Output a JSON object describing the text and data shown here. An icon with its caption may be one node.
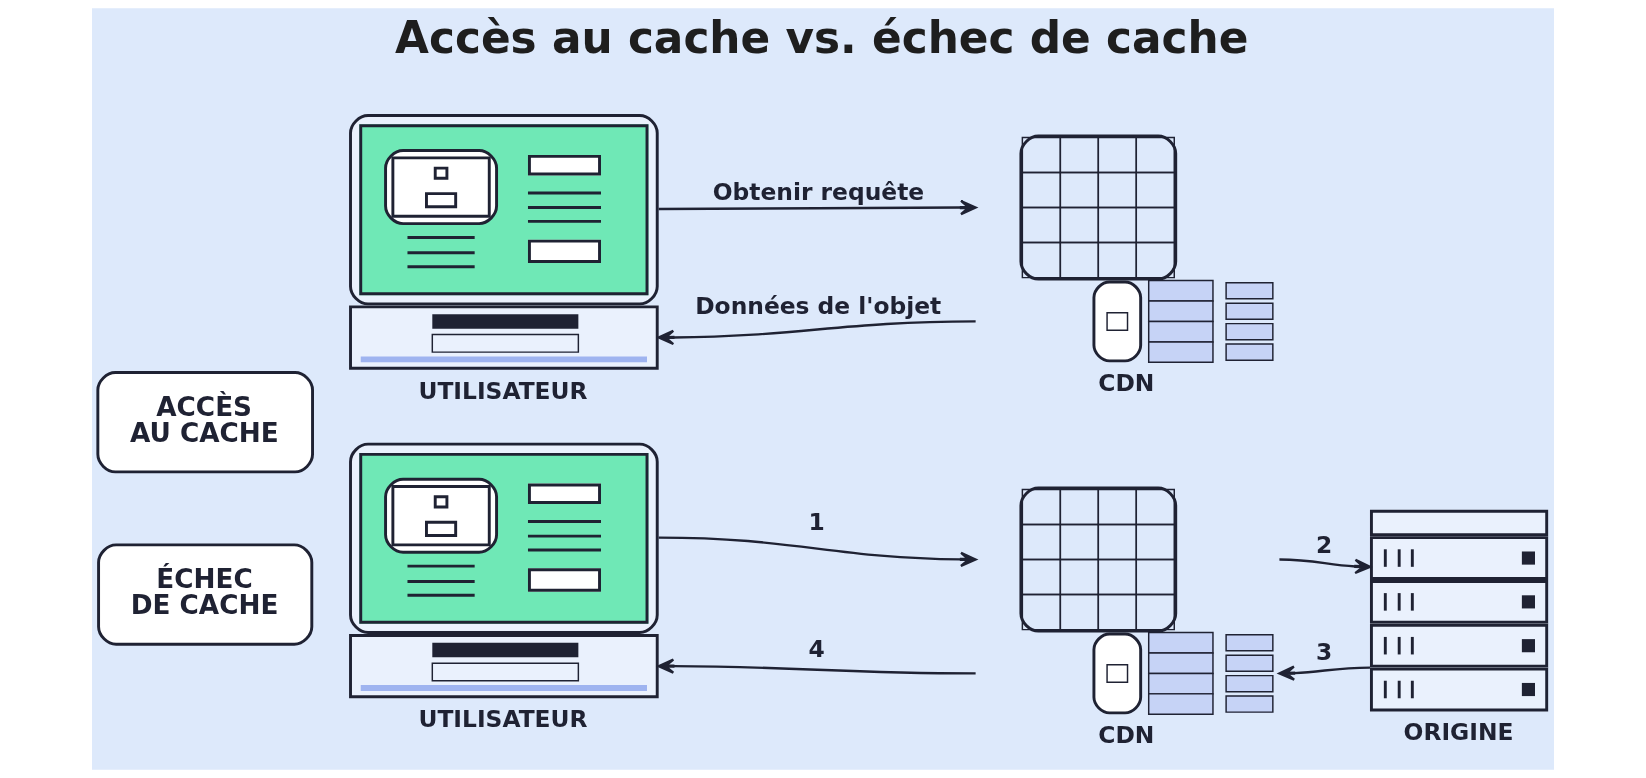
{
  "diagram": {
    "title": "Accès au cache vs. échec de cache",
    "nodes": [
      {
        "text": [
          "ACCÈS AU CACHE"
        ]
      },
      {
        "text": [
          "UTILISATEUR"
        ]
      },
      {
        "text": [
          "CDN"
        ]
      },
      {
        "text": [
          "ÉCHEC DE CACHE"
        ]
      },
      {
        "text": [
          "UTILISATEUR"
        ]
      },
      {
        "text": [
          "CDN"
        ]
      },
      {
        "text": [
          "ORIGINE"
        ]
      }
    ],
    "edges": [
      {
        "from": 1,
        "to": 2,
        "arrow": "to",
        "label": "Obtenir requête"
      },
      {
        "from": 2,
        "to": 1,
        "arrow": "to",
        "label": "Données de l'objet"
      },
      {
        "from": 4,
        "to": 5,
        "arrow": "to",
        "label": "1"
      },
      {
        "from": 5,
        "to": 6,
        "arrow": "to",
        "label": "2"
      },
      {
        "from": 6,
        "to": 5,
        "arrow": "to",
        "label": "3"
      },
      {
        "from": 5,
        "to": 4,
        "arrow": "to",
        "label": "4"
      }
    ]
  }
}
